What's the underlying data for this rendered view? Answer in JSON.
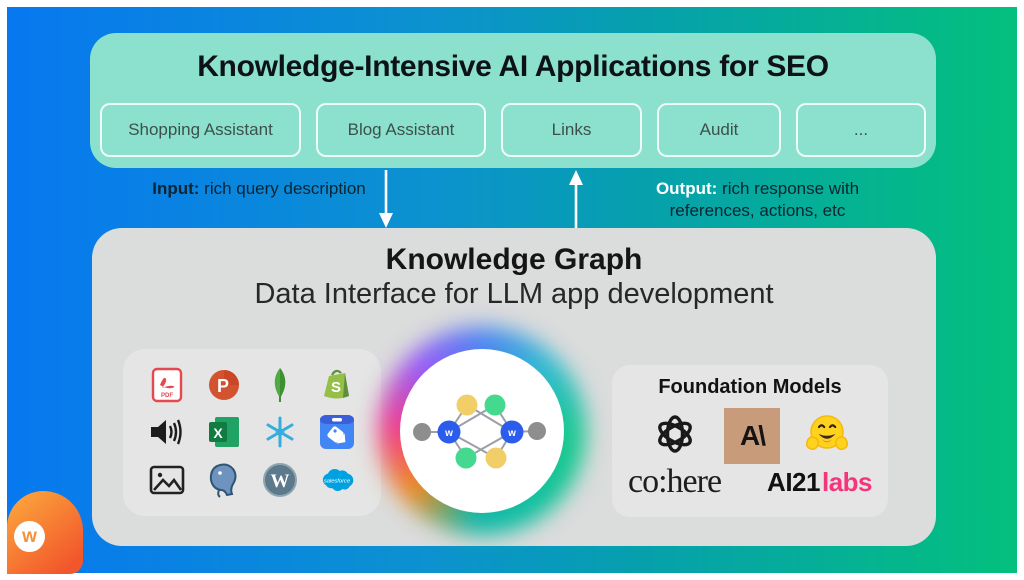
{
  "top_panel": {
    "title": "Knowledge-Intensive AI Applications for SEO",
    "pills": [
      {
        "label": "Shopping Assistant"
      },
      {
        "label": "Blog Assistant"
      },
      {
        "label": "Links"
      },
      {
        "label": "Audit"
      },
      {
        "label": "..."
      }
    ]
  },
  "flow": {
    "input_label": "Input:",
    "input_text": " rich query description",
    "output_label": "Output:",
    "output_text": " rich response with references, actions, etc"
  },
  "knowledge_graph": {
    "title": "Knowledge Graph",
    "subtitle": "Data Interface for LLM app development",
    "node_letter": "w"
  },
  "data_sources": {
    "icons": [
      "pdf-file",
      "powerpoint",
      "mongodb",
      "shopify",
      "audio-speaker",
      "excel",
      "snowflake",
      "product-tag",
      "image-placeholder",
      "postgresql",
      "wordpress",
      "salesforce"
    ],
    "letters": {
      "pdf": "PDF",
      "powerpoint": "P",
      "shopify": "S",
      "excel": "X",
      "wordpress": "W",
      "salesforce": "salesforce"
    }
  },
  "foundation_models": {
    "title": "Foundation Models",
    "logos": [
      "openai",
      "anthropic",
      "huggingface"
    ],
    "anthropic_mark": "A\\",
    "cohere_wordmark": "co:here",
    "ai21_wordmark_black": "AI21",
    "ai21_wordmark_pink": "labs"
  },
  "brand": {
    "letter": "w"
  },
  "colors": {
    "bg_gradient_left": "#0778F0",
    "bg_gradient_right": "#04C07D",
    "top_panel_bg": "#8BE1CD",
    "main_panel_bg": "#DBDCDC",
    "card_bg": "#E4E5E4",
    "anthropic_tan": "#C89B7B",
    "ai21_pink": "#F5357B",
    "node_blue": "#2B5CEB",
    "node_yellow": "#F2CE68",
    "node_green": "#45D88F",
    "node_gray": "#8E8E8E"
  }
}
